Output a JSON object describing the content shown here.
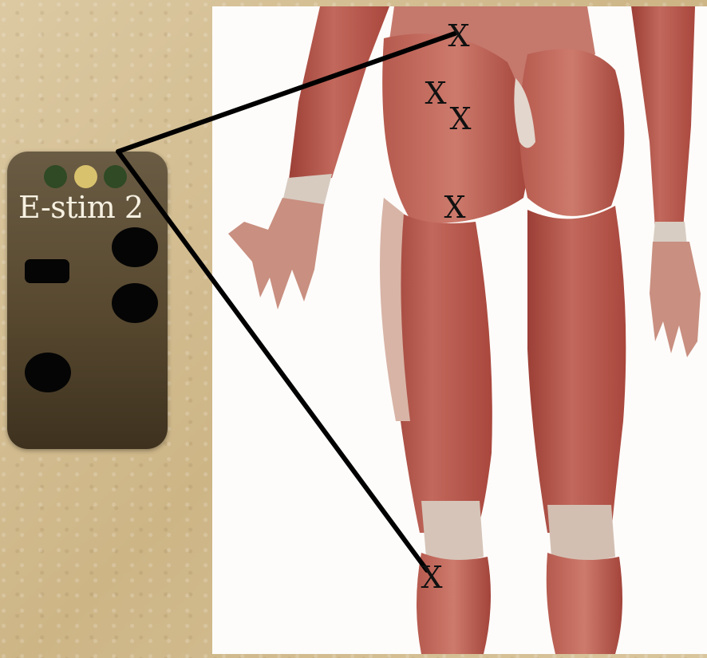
{
  "device": {
    "label": "E-stim 2",
    "indicators": [
      {
        "name": "green-led-left",
        "color": "#2f4a25"
      },
      {
        "name": "yellow-led",
        "color": "#d9c26d"
      },
      {
        "name": "green-led-right",
        "color": "#2f4a25"
      }
    ],
    "body_color": "#57482f"
  },
  "electrode_marks": [
    {
      "name": "electrode-mark-upper-glute",
      "symbol": "X"
    },
    {
      "name": "electrode-mark-glute-1",
      "symbol": "X"
    },
    {
      "name": "electrode-mark-glute-2",
      "symbol": "X"
    },
    {
      "name": "electrode-mark-gluteal-fold",
      "symbol": "X"
    },
    {
      "name": "electrode-mark-knee",
      "symbol": "X"
    }
  ],
  "lead_wire_color": "#000000",
  "muscle_color": "#b4564b"
}
